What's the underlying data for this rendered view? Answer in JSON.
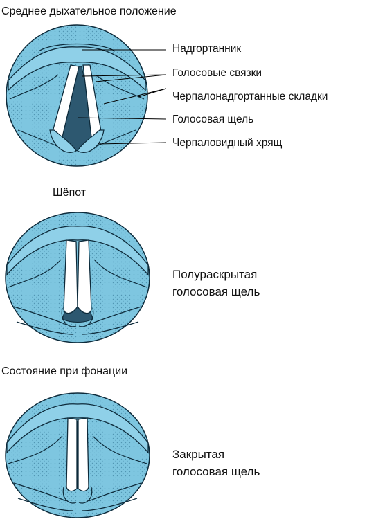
{
  "titles": {
    "breathing": "Среднее дыхательное положение",
    "whisper": "Шёпот",
    "phonation": "Состояние при фонации"
  },
  "labels": {
    "epiglottis": "Надгортанник",
    "vocal_cords": "Голосовые связки",
    "aryepiglottic_folds": "Черпалонадгортанные складки",
    "glottis": "Голосовая щель",
    "arytenoid_cartilage": "Черпаловидный хрящ"
  },
  "captions": {
    "whisper_line1": "Полураскрытая",
    "whisper_line2": "голосовая щель",
    "phonation_line1": "Закрытая",
    "phonation_line2": "голосовая щель"
  },
  "colors": {
    "mucosa": "#7ec6e0",
    "stipple": "#2c6f8e",
    "outline": "#0d2a3a",
    "cords": "#ffffff",
    "glottis_dark": "#2d5870",
    "line": "#000000"
  }
}
